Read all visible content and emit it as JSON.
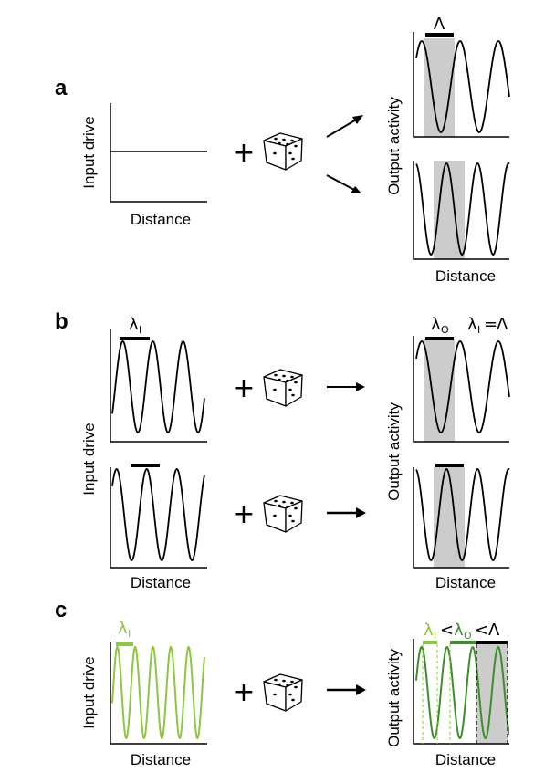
{
  "panels": {
    "a": {
      "label": "a",
      "input": {
        "ylabel": "Input drive",
        "xlabel": "Distance"
      },
      "output": {
        "ylabel": "Output activity",
        "xlabel": "Distance",
        "top_symbol": "Λ"
      }
    },
    "b": {
      "label": "b",
      "input": {
        "ylabel": "Input drive",
        "xlabel": "Distance",
        "lambda_symbol": "λ",
        "lambda_sub": "I"
      },
      "output": {
        "ylabel": "Output activity",
        "xlabel": "Distance",
        "lambda_symbol": "λ",
        "lambda_sub": "O",
        "relation": {
          "lhs": "λ",
          "lhs_sub": "I",
          "op": "=",
          "rhs": "Λ"
        }
      }
    },
    "c": {
      "label": "c",
      "input": {
        "ylabel": "Input drive",
        "xlabel": "Distance",
        "lambda_symbol": "λ",
        "lambda_sub": "I"
      },
      "output": {
        "ylabel": "Output activity",
        "xlabel": "Distance",
        "relation": {
          "l1": "λ",
          "l1_sub": "I",
          "op1": "<",
          "l2": "λ",
          "l2_sub": "O",
          "op2": "<",
          "l3": "Λ"
        }
      }
    }
  },
  "operators": {
    "plus": "+"
  },
  "colors": {
    "ink": "#000000",
    "shade": "#cccccc",
    "light_green": "#8dc63f",
    "dark_green": "#3a8f2a"
  },
  "icons": {
    "dice": "dice-icon",
    "arrow": "arrow-icon"
  }
}
